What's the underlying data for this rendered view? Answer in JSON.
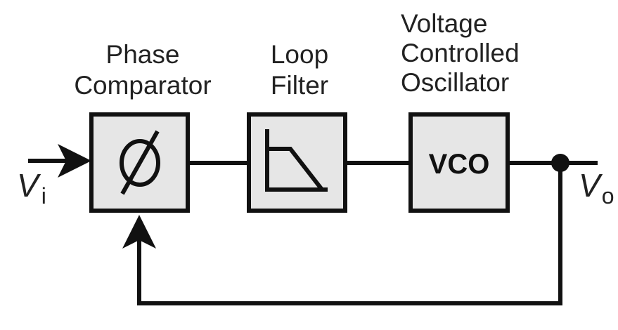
{
  "blocks": {
    "phase_comparator": {
      "label_lines": [
        "Phase",
        "Comparator"
      ],
      "symbol": "phi-symbol"
    },
    "loop_filter": {
      "label_lines": [
        "Loop",
        "Filter"
      ],
      "symbol": "lowpass-filter-icon"
    },
    "vco": {
      "label_lines": [
        "Voltage",
        "Controlled",
        "Oscillator"
      ],
      "box_text": "VCO"
    }
  },
  "signals": {
    "input": {
      "symbol": "V",
      "subscript": "i"
    },
    "output": {
      "symbol": "V",
      "subscript": "o"
    }
  },
  "colors": {
    "box_fill": "#e6e6e6",
    "stroke": "#111111",
    "text": "#222222"
  }
}
